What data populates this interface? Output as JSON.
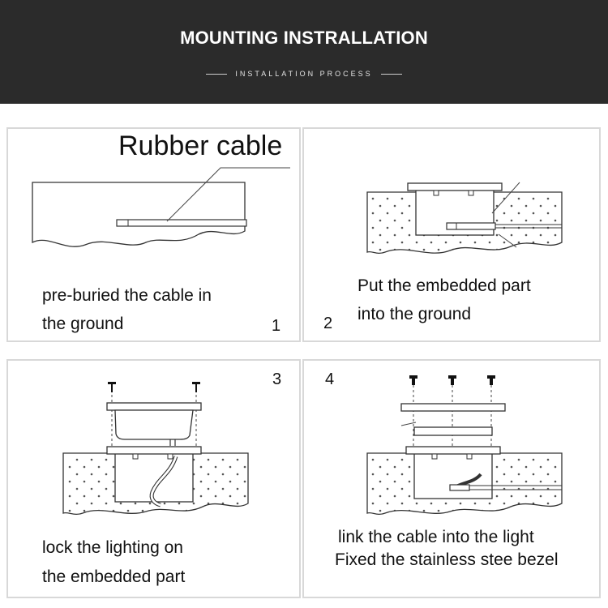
{
  "header": {
    "title": "MOUNTING INSTRALLATION",
    "subtitle": "INSTALLATION PROCESS"
  },
  "steps": [
    {
      "number": "1",
      "caption_line1": "pre-buried the cable in",
      "caption_line2": "the ground",
      "label": "Rubber cable"
    },
    {
      "number": "2",
      "caption_line1": "Put the embedded part",
      "caption_line2": "into the ground"
    },
    {
      "number": "3",
      "caption_line1": "lock the lighting on",
      "caption_line2": "the embedded part"
    },
    {
      "number": "4",
      "caption_line1": "link the cable into the light",
      "caption_line2": "Fixed the stainless stee bezel"
    }
  ]
}
